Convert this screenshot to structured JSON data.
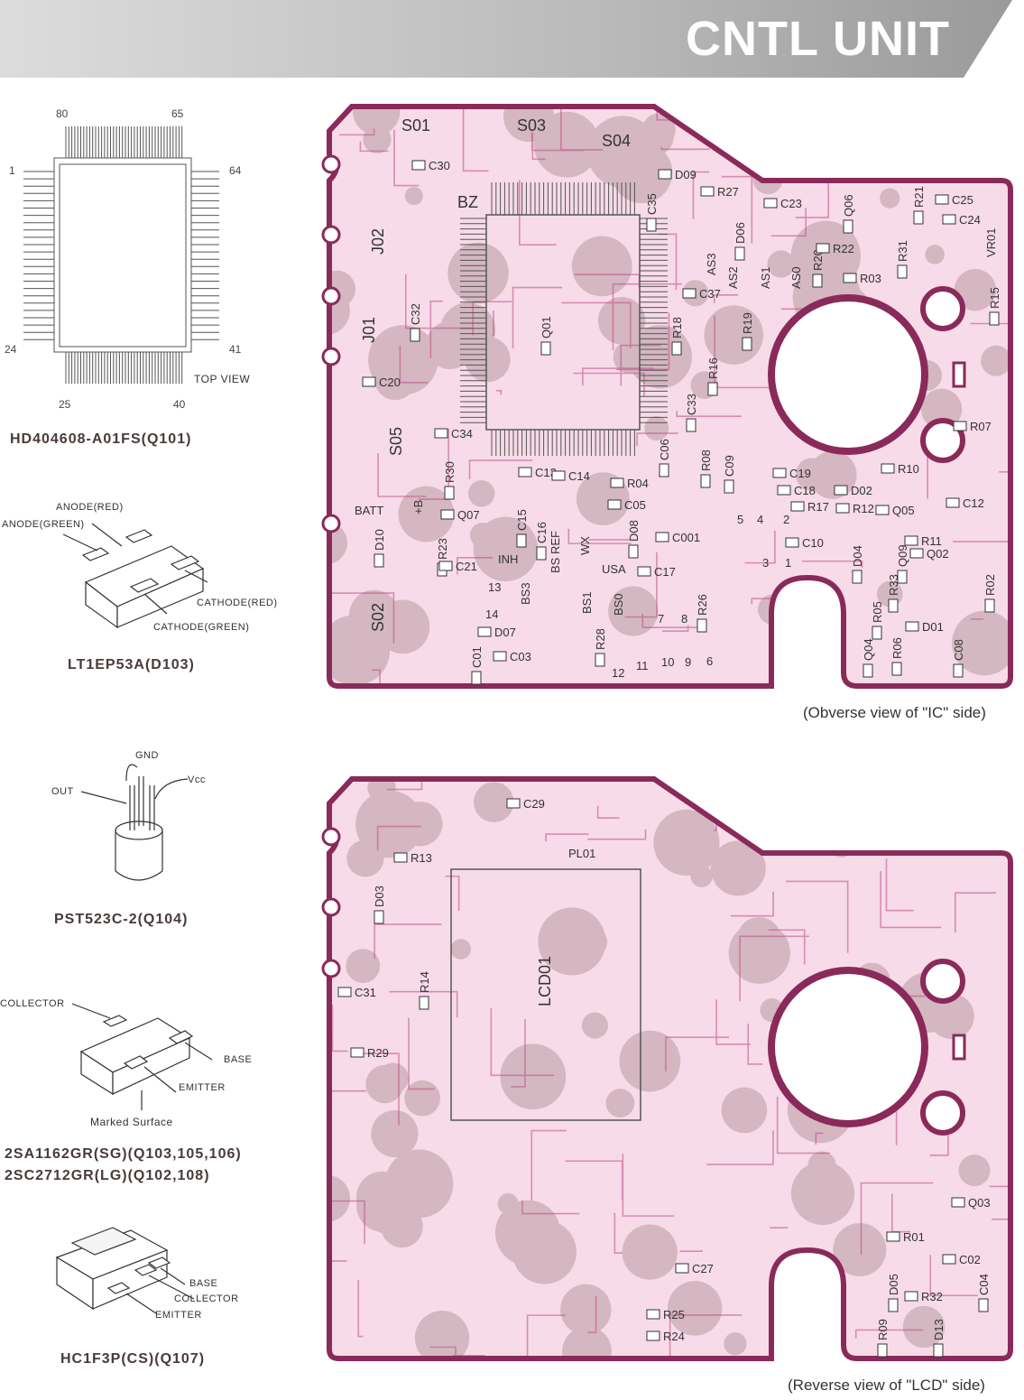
{
  "header": {
    "title": "CNTL UNIT"
  },
  "qfp": {
    "pins": {
      "p80": "80",
      "p65": "65",
      "p1": "1",
      "p64": "64",
      "p24": "24",
      "p41": "41",
      "p25": "25",
      "p40": "40"
    },
    "view": "TOP  VIEW",
    "part": "HD404608-A01FS(Q101)"
  },
  "led": {
    "anode_red": "ANODE(RED)",
    "anode_green": "ANODE(GREEN)",
    "cathode_red": "CATHODE(RED)",
    "cathode_green": "CATHODE(GREEN)",
    "part": "LT1EP53A(D103)"
  },
  "sensor": {
    "gnd": "GND",
    "out": "OUT",
    "vcc": "Vcc",
    "part": "PST523C-2(Q104)"
  },
  "sot": {
    "collector": "COLLECTOR",
    "base": "BASE",
    "emitter": "EMITTER",
    "marked": "Marked Surface",
    "part1": "2SA1162GR(SG)(Q103,105,106)",
    "part2": "2SC2712GR(LG)(Q102,108)"
  },
  "pkg": {
    "base": "BASE",
    "collector": "COLLECTOR",
    "emitter": "EMITTER",
    "part": "HC1F3P(CS)(Q107)"
  },
  "obverse": {
    "caption": "(Obverse view of \"IC\" side)",
    "labels": [
      "S01",
      "S03",
      "S04",
      "C30",
      "D09",
      "R27",
      "BZ",
      "C35",
      "C23",
      "R21",
      "C25",
      "C24",
      "Q06",
      "D06",
      "R20",
      "R22",
      "R31",
      "VR01",
      "R03",
      "J02",
      "AS3",
      "AS2",
      "AS1",
      "AS0",
      "C37",
      "R15",
      "C32",
      "Q01",
      "R18",
      "R19",
      "J01",
      "R16",
      "C20",
      "C33",
      "R07",
      "C34",
      "C06",
      "C09",
      "R08",
      "S05",
      "R30",
      "C13",
      "C14",
      "R04",
      "C19",
      "R10",
      "C18",
      "D02",
      "C12",
      "C05",
      "BATT",
      "+B",
      "Q07",
      "C15",
      "C16",
      "D08",
      "C001",
      "R17",
      "R12",
      "Q05",
      "R11",
      "D10",
      "R23",
      "C21",
      "INH",
      "BS REF",
      "WX",
      "USA",
      "C10",
      "D04",
      "Q09",
      "Q02",
      "C17",
      "R02",
      "S02",
      "BS3",
      "BS1",
      "BS0",
      "R26",
      "R05",
      "R33",
      "D01",
      "D07",
      "R28",
      "Q04",
      "R06",
      "C08",
      "C01",
      "C03",
      "1",
      "2",
      "3",
      "4",
      "5",
      "6",
      "7",
      "8",
      "9",
      "10",
      "11",
      "12",
      "13",
      "14"
    ]
  },
  "reverse": {
    "caption": "(Reverse view of \"LCD\" side)",
    "labels": [
      "C29",
      "PL01",
      "R13",
      "D03",
      "LCD01",
      "R14",
      "C31",
      "R29",
      "Q03",
      "R01",
      "C02",
      "C04",
      "D05",
      "R32",
      "C27",
      "R25",
      "R24",
      "R09",
      "D13"
    ]
  }
}
